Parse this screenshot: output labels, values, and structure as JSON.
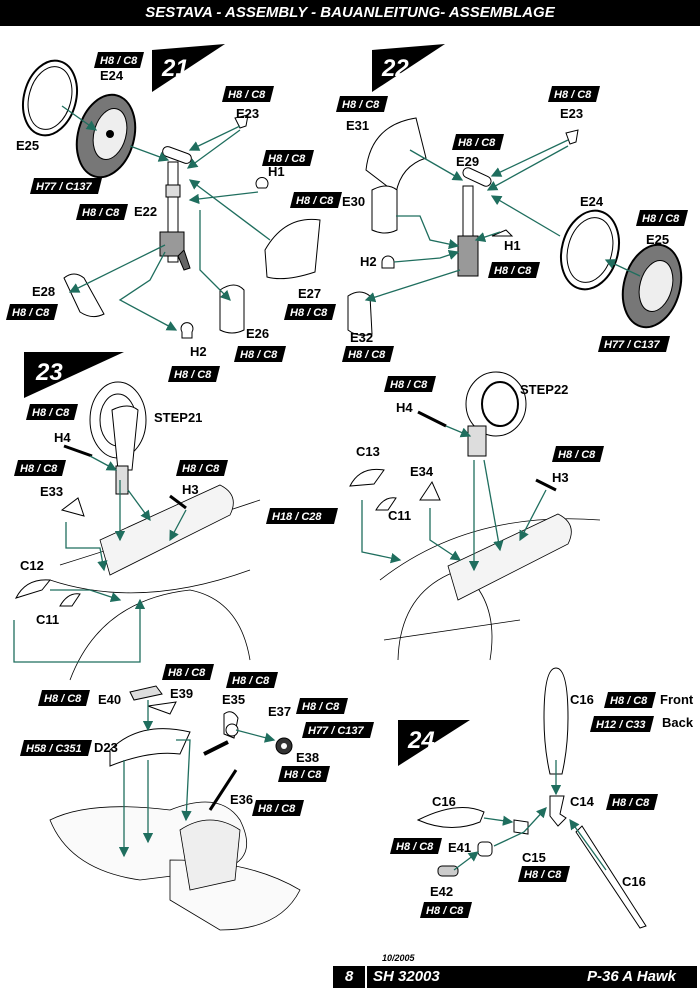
{
  "header": {
    "title": "SESTAVA -  ASSEMBLY - BAUANLEITUNG- ASSEMBLAGE"
  },
  "steps": {
    "s21": "21",
    "s22": "22",
    "s23": "23",
    "s24": "24"
  },
  "labels": {
    "E24": "E24",
    "E25": "E25",
    "E23": "E23",
    "H1": "H1",
    "E22": "E22",
    "E28": "E28",
    "E26": "E26",
    "E27": "E27",
    "H2": "H2",
    "E31": "E31",
    "E29": "E29",
    "E30": "E30",
    "E32": "E32",
    "H4": "H4",
    "H3": "H3",
    "E33": "E33",
    "C12": "C12",
    "C11": "C11",
    "C13": "C13",
    "E34": "E34",
    "STEP21": "STEP21",
    "STEP22": "STEP22",
    "E40": "E40",
    "E39": "E39",
    "E35": "E35",
    "E37": "E37",
    "E38": "E38",
    "D23": "D23",
    "E36": "E36",
    "C16": "C16",
    "C14": "C14",
    "C15": "C15",
    "E41": "E41",
    "E42": "E42",
    "front": "Front",
    "back": "Back"
  },
  "colors": {
    "c1": "H8 / C8",
    "c2": "H77 / C137",
    "c3": "H18 / C28",
    "c4": "H58 / C351",
    "c5": "H12 / C33"
  },
  "footer": {
    "page": "8",
    "kit": "SH 32003",
    "date": "10/2005",
    "model": "P-36 A Hawk"
  },
  "style": {
    "leader_color": "#1f6e5e"
  }
}
